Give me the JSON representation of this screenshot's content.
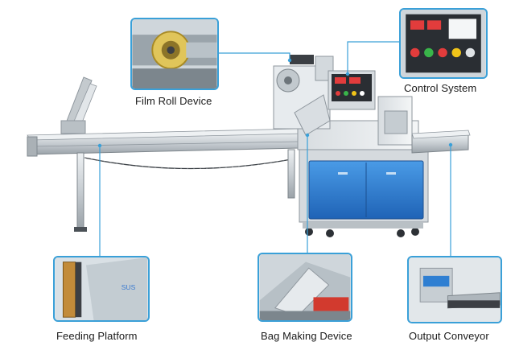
{
  "colors": {
    "accent": "#3aa0d8",
    "panel_blue": "#2f7fd2",
    "steel": "#c9cfd4",
    "steel_dark": "#8f979e"
  },
  "callouts": [
    {
      "id": "film-roll",
      "label": "Film Roll Device"
    },
    {
      "id": "control",
      "label": "Control System"
    },
    {
      "id": "feeding",
      "label": "Feeding Platform"
    },
    {
      "id": "bag",
      "label": "Bag Making Device"
    },
    {
      "id": "output",
      "label": "Output Conveyor"
    }
  ],
  "icons": {
    "film_roll_photo": "film-roll-photo-icon",
    "control_photo": "control-panel-photo-icon",
    "feeding_photo": "feeding-platform-photo-icon",
    "bag_photo": "bag-making-photo-icon",
    "output_photo": "output-conveyor-photo-icon",
    "machine": "packaging-machine-icon"
  }
}
